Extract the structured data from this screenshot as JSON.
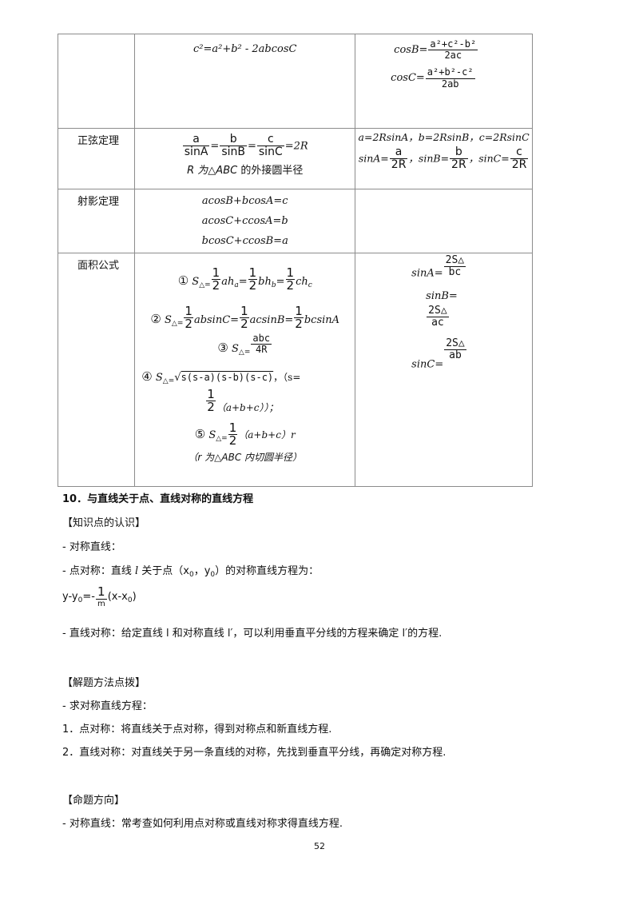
{
  "table": {
    "row1": {
      "law_formula": "c²=a²+b² - 2abcosC",
      "cosB_label": "cosB=",
      "cosB_num": "a²+c²-b²",
      "cosB_den": "2ac",
      "cosC_label": "cosC=",
      "cosC_num": "a²+b²-c²",
      "cosC_den": "2ab"
    },
    "row2": {
      "label": "正弦定理",
      "f1n": "a",
      "f1d": "sinA",
      "f2n": "b",
      "f2d": "sinB",
      "f3n": "c",
      "f3d": "sinC",
      "eq_tail": "=2R",
      "note_prefix": "R 为△",
      "note_abc": "ABC",
      "note_suffix": " 的外接圆半径",
      "rhs_line1": "a=2RsinA，b=2RsinB，c=2RsinC",
      "sinA_label": "sinA=",
      "sinA_n": "a",
      "sinA_d": "2R",
      "sinB_label": "，sinB=",
      "sinB_n": "b",
      "sinB_d": "2R",
      "sinC_label": "，sinC=",
      "sinC_n": "c",
      "sinC_d": "2R"
    },
    "row3": {
      "label": "射影定理",
      "l1": "acosB+bcosA=c",
      "l2": "acosC+ccosA=b",
      "l3": "bcosC+ccosB=a"
    },
    "row4": {
      "label": "面积公式",
      "n1": "①",
      "n2": "②",
      "n3": "③",
      "n4": "④",
      "n5": "⑤",
      "S": "S",
      "tri_eq": "△=",
      "half_n": "1",
      "half_d": "2",
      "f1_a": "ah",
      "f1_a_sub": "a",
      "f1_b": "bh",
      "f1_b_sub": "b",
      "f1_c": "ch",
      "f1_c_sub": "c",
      "f2_a": "absinC=",
      "f2_b": "acsinB=",
      "f2_c": "bcsinA",
      "f3_n": "abc",
      "f3_d": "4R",
      "f4_rad": "s(s-a)(s-b)(s-c)",
      "f4_tail": "，（s=",
      "f4_paren": "（a+b+c））；",
      "f5_paren": "（a+b+c）r",
      "f5_note": "（r 为△ABC 内切圆半径）",
      "rsinA_label": "sinA=",
      "rsinA_n": "2S△",
      "rsinA_d": "bc",
      "rsinB_label": "sinB=",
      "rsinB_n": "2S△",
      "rsinB_d": "ac",
      "rsinC_label": "sinC=",
      "rsinC_n": "2S△",
      "rsinC_d": "ab"
    }
  },
  "body": {
    "heading": "10．与直线关于点、直线对称的直线方程",
    "k_title": "【知识点的认识】",
    "k1": "- 对称直线：",
    "k2_pre": "- 点对称：直线 ",
    "k2_l": "l",
    "k2_mid": " 关于点（x",
    "k2_sub0": "0",
    "k2_mid2": "，y",
    "k2_sub1": "0",
    "k2_post": "）的对称直线方程为：",
    "eq_left": "y-y",
    "eq_sub": "0",
    "eq_eq": "=-",
    "eq_n": "1",
    "eq_d": "m",
    "eq_right": "(x-x",
    "eq_sub2": "0",
    "eq_close": ")",
    "k3": "- 直线对称：给定直线 l 和对称直线 l′，可以利用垂直平分线的方程来确定 l′的方程.",
    "m_title": "【解题方法点拨】",
    "m1": "- 求对称直线方程：",
    "m2": "1．点对称：将直线关于点对称，得到对称点和新直线方程.",
    "m3": "2．直线对称：对直线关于另一条直线的对称，先找到垂直平分线，再确定对称方程.",
    "d_title": "【命题方向】",
    "d1": "- 对称直线：常考查如何利用点对称或直线对称求得直线方程.",
    "page": "52"
  }
}
